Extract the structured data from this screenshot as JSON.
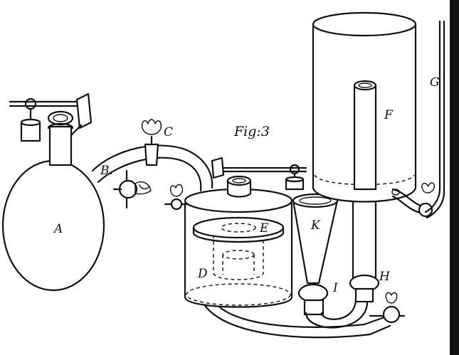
{
  "figure": {
    "title": "Fig:3"
  },
  "labels": {
    "A": "A",
    "B": "B.",
    "C": "C",
    "D": "D",
    "E": "E",
    "F": "F",
    "G": "G",
    "H": "H",
    "I": "I",
    "K": "K"
  },
  "frame": {
    "right_bar_color": "#111111"
  }
}
